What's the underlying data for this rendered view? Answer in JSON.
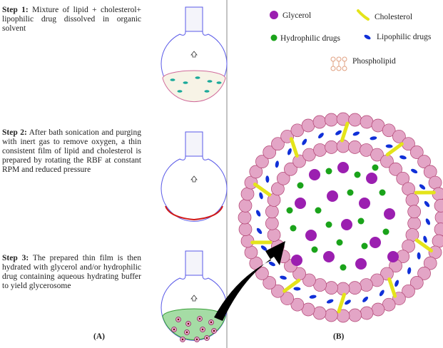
{
  "steps": [
    {
      "label": "Step 1:",
      "text": " Mixture of lipid + cholesterol+ lipophilic drug dissolved in organic solvent"
    },
    {
      "label": "Step 2:",
      "text": " After bath sonication and purging with inert gas to remove oxygen, a thin consistent film of lipid and cholesterol is prepared by rotating the RBF at constant RPM and reduced pressure"
    },
    {
      "label": "Step 3:",
      "text": " The prepared thin film is then hydrated with glycerol and/or hydrophilic drug containing aqueous hydrating buffer to yield glycerosome"
    }
  ],
  "panels": {
    "a": "(A)",
    "b": "(B)"
  },
  "legend": {
    "glycerol": "Glycerol",
    "cholesterol": "Cholesterol",
    "hydrophilic": "Hydrophilic drugs",
    "lipophilic": "Lipophilic drugs",
    "phospholipid": "Phospholipid"
  },
  "colors": {
    "glycerol": "#9b1fb0",
    "cholesterol": "#e4e41a",
    "hydrophilic": "#1aa31a",
    "lipophilic": "#1030d8",
    "phospholipid": "#e3a5c6",
    "flask": "#5a5ae8"
  }
}
